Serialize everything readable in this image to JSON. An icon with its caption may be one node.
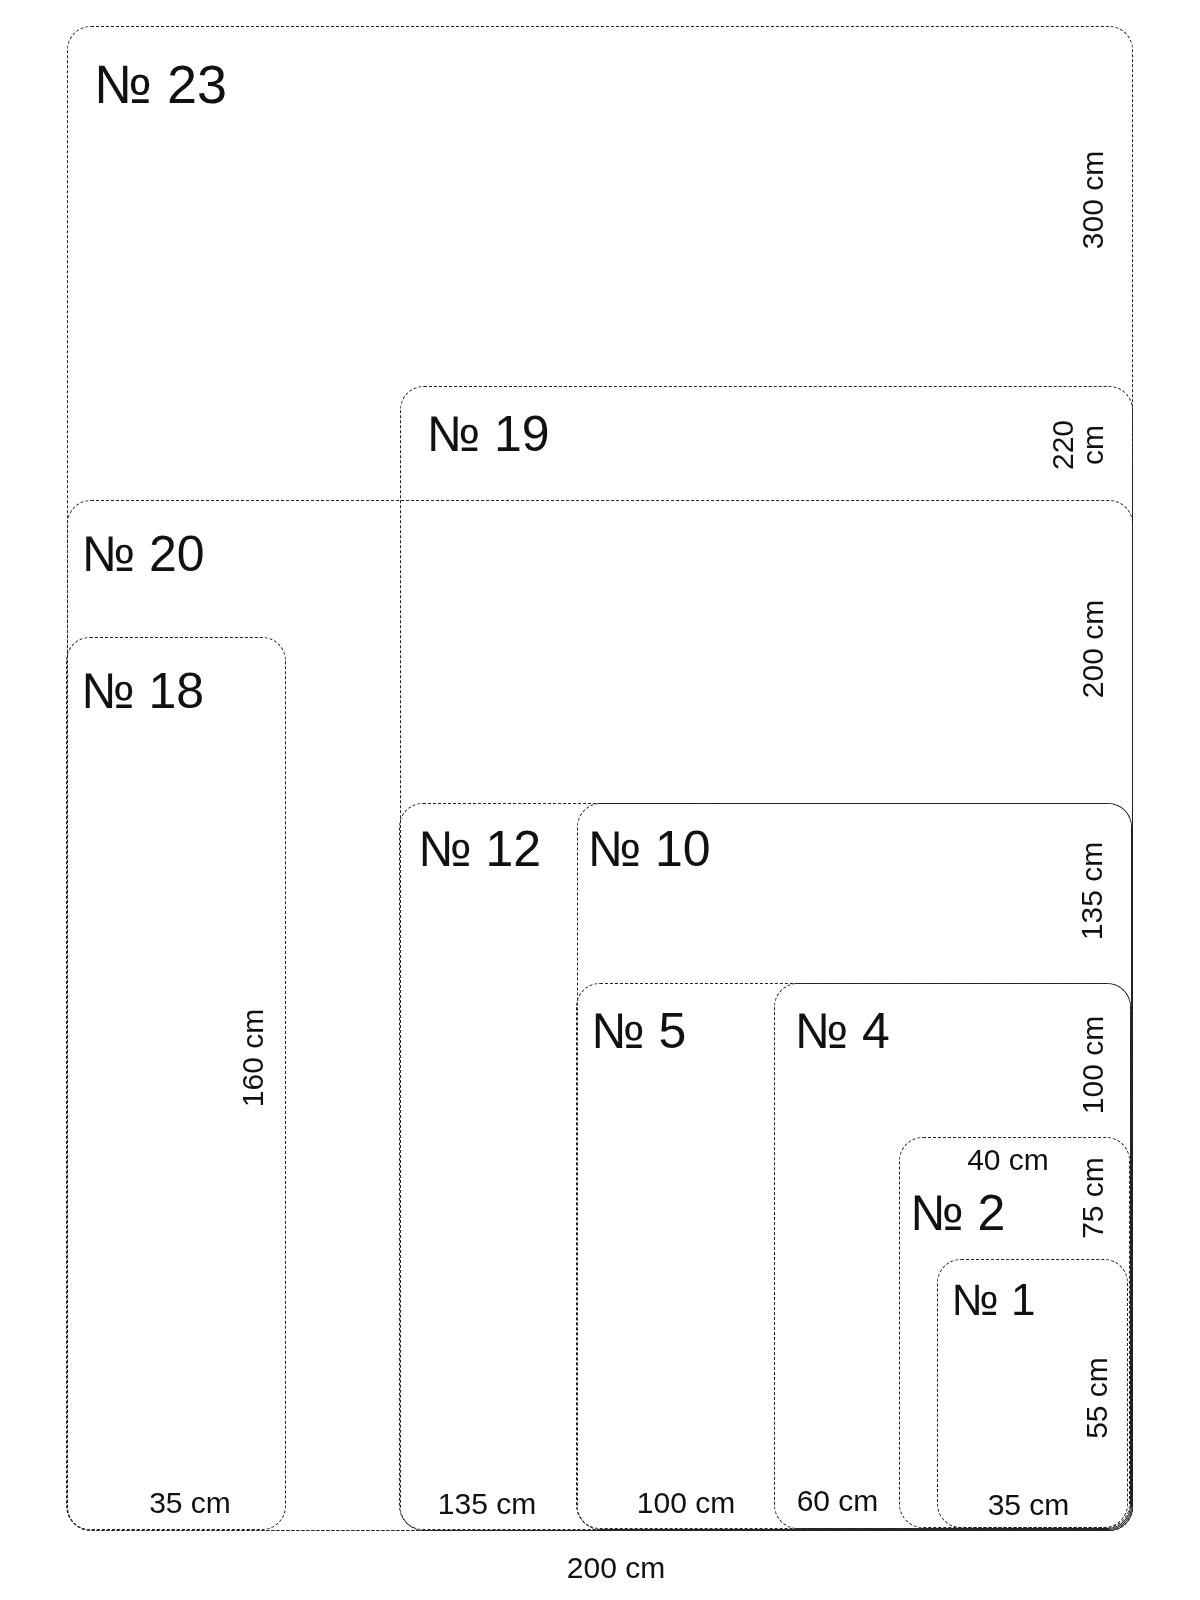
{
  "diagram": {
    "nodes": [
      {
        "text": [
          "№ 23",
          "300 cm"
        ]
      },
      {
        "text": [
          "№ 19",
          "220 cm",
          "200 cm"
        ],
        "in": 0
      },
      {
        "text": [
          "№ 20"
        ],
        "in": 0
      },
      {
        "text": [
          "№ 18",
          "160 cm",
          "35 cm"
        ],
        "in": 2
      },
      {
        "text": [
          "№ 12",
          "135 cm"
        ],
        "in": 1
      },
      {
        "text": [
          "№ 10",
          "135 cm"
        ],
        "in": 4
      },
      {
        "text": [
          "№ 5",
          "100 cm"
        ],
        "in": 5
      },
      {
        "text": [
          "№ 4",
          "100 cm",
          "60 cm"
        ],
        "in": 6
      },
      {
        "text": [
          "40 cm",
          "№ 2",
          "75 cm"
        ],
        "in": 7
      },
      {
        "text": [
          "№ 1",
          "55 cm",
          "35 cm"
        ],
        "in": 8
      }
    ],
    "labels": [
      "200 cm"
    ]
  }
}
